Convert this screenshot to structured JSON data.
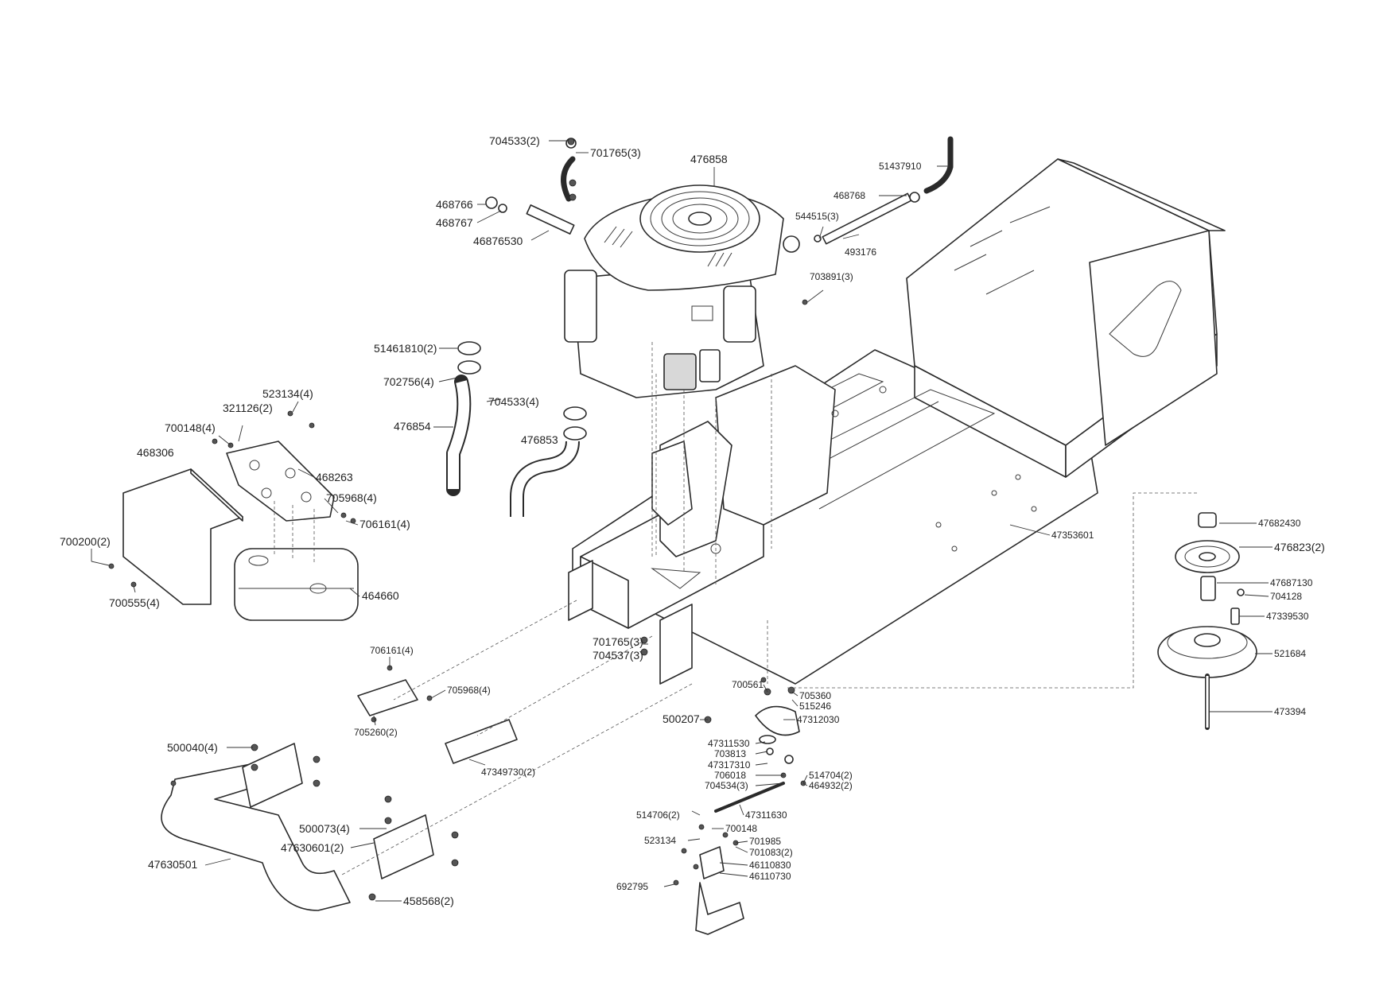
{
  "labels": {
    "p704533_2": "704533(2)",
    "p701765_3": "701765(3)",
    "p476858": "476858",
    "p51437910": "51437910",
    "p468766": "468766",
    "p468767": "468767",
    "p46876530": "46876530",
    "p468768": "468768",
    "p544515_3": "544515(3)",
    "p493176": "493176",
    "p703891_3": "703891(3)",
    "p51461810_2": "51461810(2)",
    "p702756_4": "702756(4)",
    "p704533_4": "704533(4)",
    "p523134_4": "523134(4)",
    "p321126_2": "321126(2)",
    "p700148_4": "700148(4)",
    "p468306": "468306",
    "p468263": "468263",
    "p705968_4a": "705968(4)",
    "p706161_4a": "706161(4)",
    "p476854": "476854",
    "p476853": "476853",
    "p700200_2": "700200(2)",
    "p700555_4": "700555(4)",
    "p464660": "464660",
    "p47353601": "47353601",
    "p47682430": "47682430",
    "p476823_2": "476823(2)",
    "p47687130": "47687130",
    "p704128": "704128",
    "p47339530": "47339530",
    "p521684": "521684",
    "p473394": "473394",
    "p706161_4b": "706161(4)",
    "p705968_4b": "705968(4)",
    "p705260_2": "705260(2)",
    "p701765_3b": "701765(3)",
    "p704537_3": "704537(3)",
    "p700561": "700561",
    "p705360": "705360",
    "p515246": "515246",
    "p500207": "500207",
    "p47312030": "47312030",
    "p47311530": "47311530",
    "p703813": "703813",
    "p47317310": "47317310",
    "p706018": "706018",
    "p704534_3": "704534(3)",
    "p514704_2": "514704(2)",
    "p464932_2": "464932(2)",
    "p47311630": "47311630",
    "p500040_4": "500040(4)",
    "p47349730_2": "47349730(2)",
    "p514706_2": "514706(2)",
    "p700148": "700148",
    "p523134": "523134",
    "p701985": "701985",
    "p701083_2": "701083(2)",
    "p46110830": "46110830",
    "p46110730": "46110730",
    "p692795": "692795",
    "p500073_4": "500073(4)",
    "p47630601_2": "47630601(2)",
    "p47630501": "47630501",
    "p458568_2": "458568(2)"
  }
}
